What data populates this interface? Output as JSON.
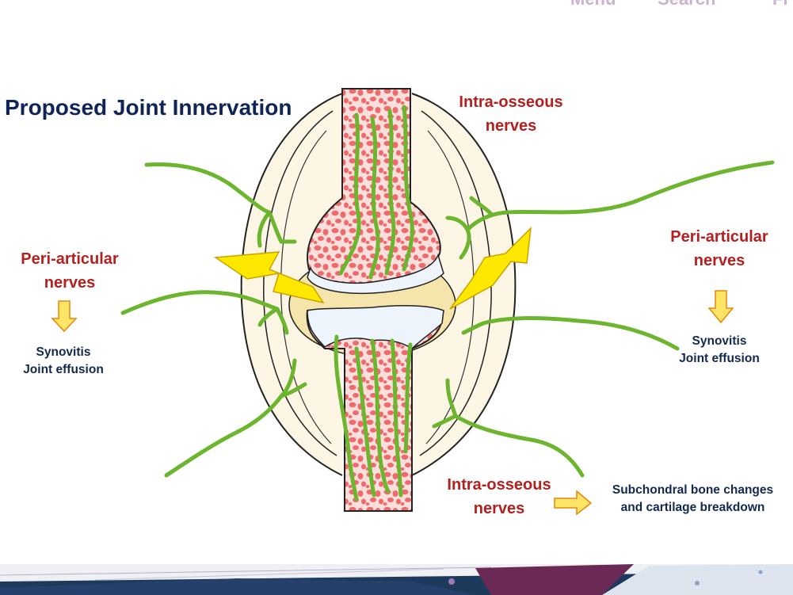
{
  "nav": {
    "menu": "Menu",
    "search": "Search",
    "more": "Fi"
  },
  "title": "Proposed Joint Innervation",
  "labels": {
    "intra_osseous_top": {
      "line1": "Intra-osseous",
      "line2": "nerves"
    },
    "intra_osseous_bottom": {
      "line1": "Intra-osseous",
      "line2": "nerves"
    },
    "peri_articular_left": {
      "line1": "Peri-articular",
      "line2": "nerves"
    },
    "peri_articular_right": {
      "line1": "Peri-articular",
      "line2": "nerves"
    }
  },
  "outcomes": {
    "left": {
      "line1": "Synovitis",
      "line2": "Joint effusion"
    },
    "right": {
      "line1": "Synovitis",
      "line2": "Joint effusion"
    },
    "bottom": {
      "line1": "Subchondral bone changes",
      "line2": "and cartilage breakdown"
    }
  },
  "colors": {
    "title": "#0f2557",
    "label_red": "#b5201f",
    "label_blue": "#12284f",
    "nerve_green": "#6cb52e",
    "bone_marrow": "#ef6b6b",
    "cartilage": "#fdf6e4",
    "synovium": "#f5e5ad",
    "lightning": "#ffe800",
    "arrow_fill": "#ffe566",
    "arrow_stroke": "#e8860c"
  },
  "icons": [
    "lightning-bolt-icon",
    "down-arrow-icon",
    "right-arrow-icon"
  ]
}
